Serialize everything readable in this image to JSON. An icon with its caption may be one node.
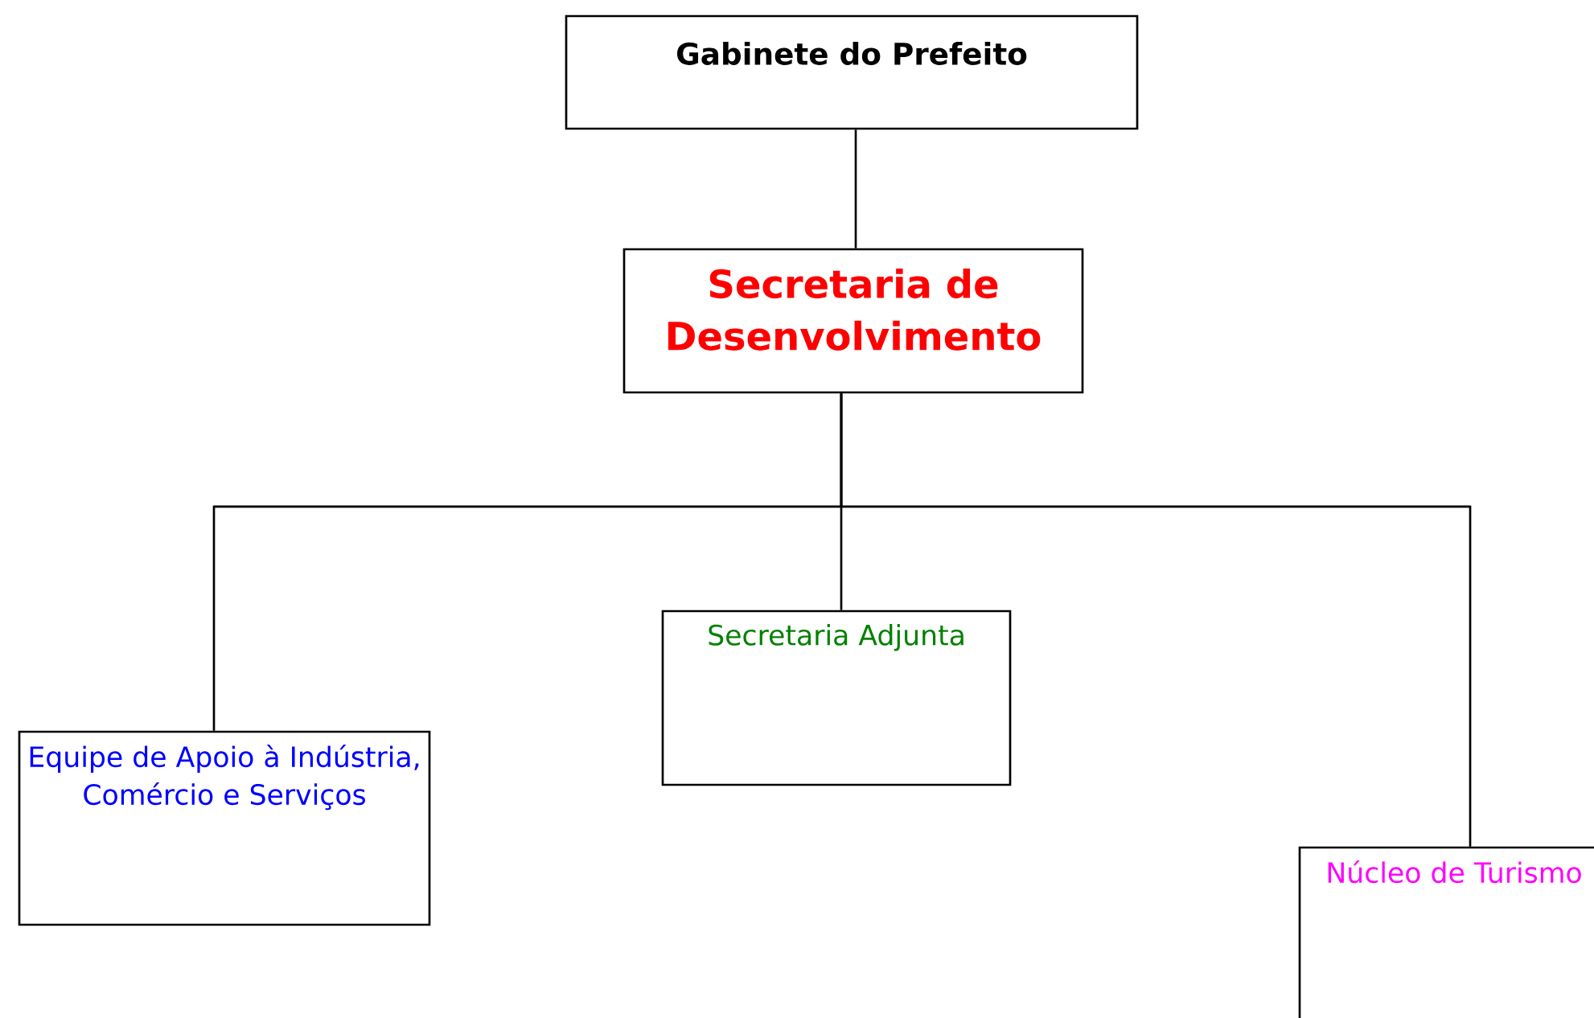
{
  "diagram": {
    "nodes": [
      {
        "text": [
          "Gabinete do Prefeito"
        ]
      },
      {
        "text": [
          "Secretaria de Desenvolvimento"
        ]
      },
      {
        "text": [
          "Equipe de Apoio à Indústria, Comércio e Serviços"
        ]
      },
      {
        "text": [
          "Secretaria Adjunta"
        ]
      },
      {
        "text": [
          "Núcleo de Turismo"
        ]
      }
    ],
    "edges": [
      {
        "from": 0,
        "to": 1,
        "arrow": "none"
      },
      {
        "from": 1,
        "to": 2,
        "arrow": "none"
      },
      {
        "from": 1,
        "to": 3,
        "arrow": "none"
      },
      {
        "from": 1,
        "to": 4,
        "arrow": "none"
      }
    ]
  }
}
